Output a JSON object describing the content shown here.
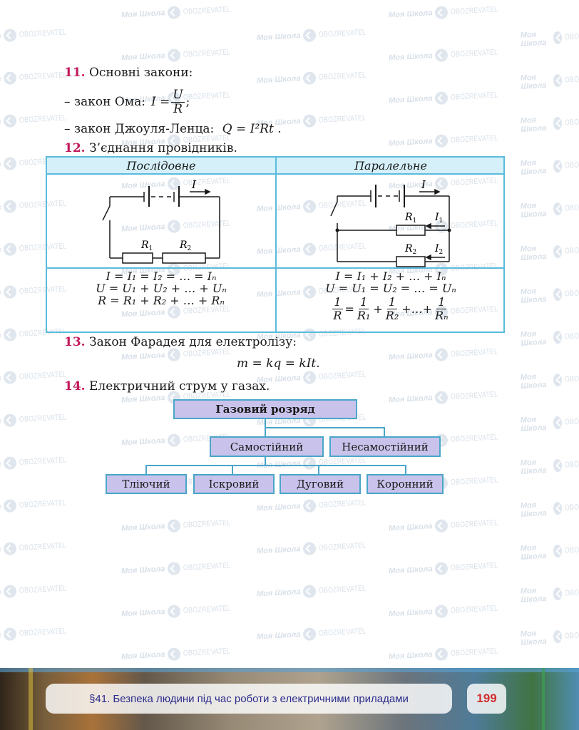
{
  "section11": {
    "number": "11.",
    "title": "Основні закони:",
    "ohm_label": "– закон Ома:",
    "ohm_lhs": "I =",
    "ohm_num": "U",
    "ohm_den": "R",
    "ohm_end": ";",
    "joule_label": "– закон Джоуля-Ленца:",
    "joule_formula": "Q = I²Rt ."
  },
  "section12": {
    "number": "12.",
    "title": "З’єднання провідників.",
    "table": {
      "headers": [
        "Послідовне",
        "Паралельне"
      ],
      "series_circuit": {
        "current": "I",
        "r1": "R",
        "r1_sub": "1",
        "r2": "R",
        "r2_sub": "2"
      },
      "parallel_circuit": {
        "current": "I",
        "i1": "I",
        "i1_sub": "1",
        "i2": "I",
        "i2_sub": "2",
        "r1": "R",
        "r1_sub": "1",
        "r2": "R",
        "r2_sub": "2"
      },
      "series_formulas": [
        "I = I₁ = I₂ = … = Iₙ",
        "U = U₁ + U₂ + … + Uₙ",
        "R = R₁ + R₂ + … + Rₙ"
      ],
      "parallel_formulas": [
        "I = I₁ + I₂ + … + Iₙ",
        "U = U₁ = U₂ = … = Uₙ"
      ],
      "parallel_resistance": {
        "one": "1",
        "R": "R",
        "R1": "R₁",
        "R2": "R₂",
        "Rn": "Rₙ",
        "eq": "=",
        "plus": "+",
        "dots": "+…+"
      }
    }
  },
  "section13": {
    "number": "13.",
    "title": "Закон Фарадея для електролізу:",
    "formula": "m = kq = kIt."
  },
  "section14": {
    "number": "14.",
    "title": "Електричний струм у газах.",
    "tree": {
      "root": "Газовий розряд",
      "level1": [
        "Самостійний",
        "Несамостійний"
      ],
      "level2": [
        "Тліючий",
        "Іскровий",
        "Дуговий",
        "Коронний"
      ]
    }
  },
  "footer": {
    "section_title": "§41. Безпека людини під час роботи з електричними приладами",
    "page_number": "199"
  },
  "watermark": {
    "school": "Моя Школа",
    "brand": "OBOZREVATEL"
  },
  "colors": {
    "section_number": "#c2185b",
    "table_border": "#5bbbdc",
    "table_header_bg": "#d6f0fa",
    "tree_box_bg": "#c9c3ec",
    "tree_border": "#4aa6c8",
    "footer_text": "#2c2c8c",
    "page_number": "#d32f2f"
  }
}
